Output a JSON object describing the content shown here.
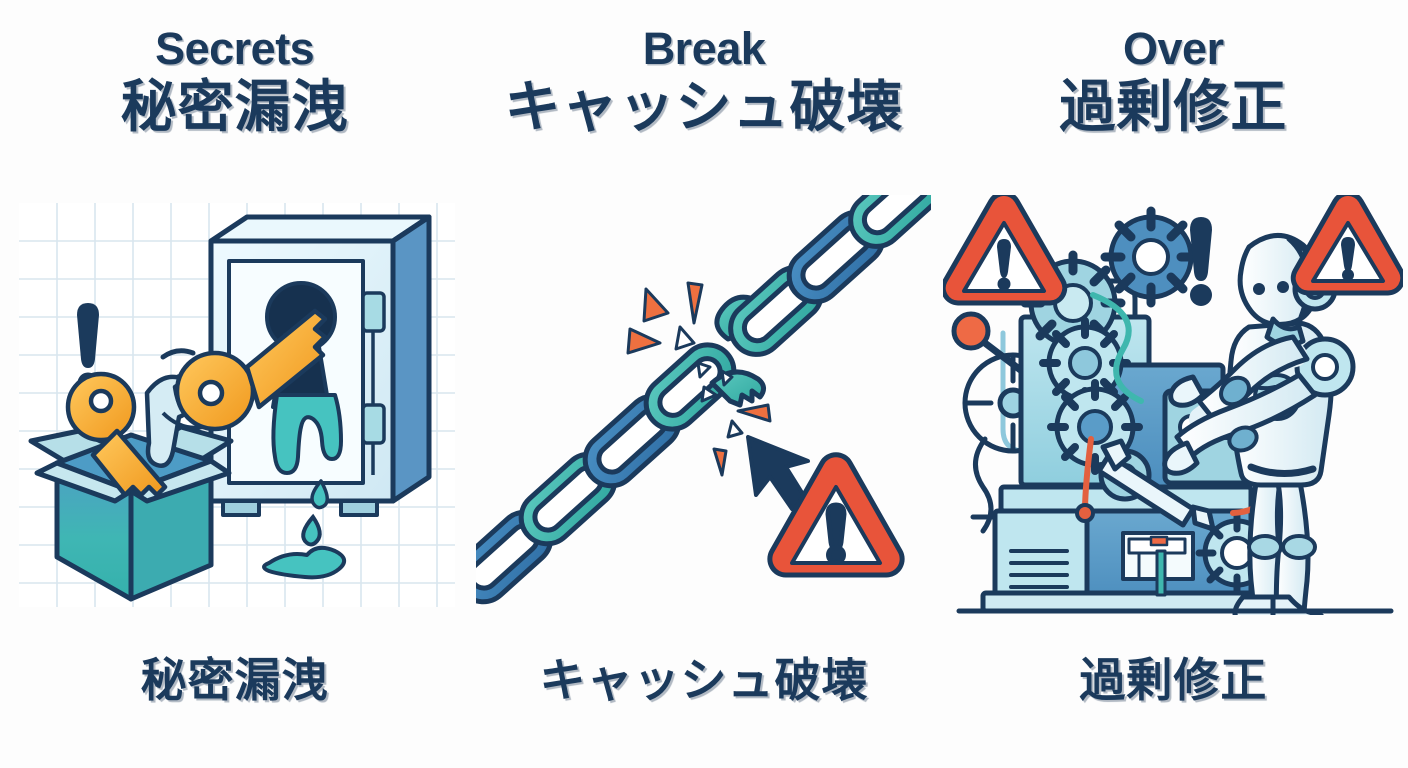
{
  "background_color": "#fdfdfd",
  "ink_color": "#1b3a5c",
  "accent_colors": {
    "navy": "#1b3a5c",
    "teal": "#3bb0a6",
    "blue": "#3c7fb5",
    "light_blue": "#cfe9f2",
    "pale": "#eaf6fa",
    "gold": "#f5a623",
    "gold_light": "#ffc758",
    "warning_red": "#e8543a",
    "grid_line": "#d9e6ee"
  },
  "panels": [
    {
      "id": "secrets",
      "title_en": "Secrets",
      "title_jp": "秘密漏洩",
      "caption_jp": "秘密漏洩",
      "illustration": {
        "name": "safe-key-leak-illustration",
        "elements": [
          "grid-background",
          "exclamation-mark",
          "open-box",
          "gold-key-in-box",
          "robot-hand",
          "gold-key-inserting",
          "safe",
          "keyhole",
          "leaking-liquid",
          "liquid-drop",
          "liquid-puddle"
        ]
      }
    },
    {
      "id": "break",
      "title_en": "Break",
      "title_jp": "キャッシュ破壊",
      "caption_jp": "キャッシュ破壊",
      "illustration": {
        "name": "broken-chain-illustration",
        "elements": [
          "chain-links",
          "break-point",
          "burst-shards",
          "cursor-arrow",
          "warning-triangle"
        ]
      }
    },
    {
      "id": "over",
      "title_en": "Over",
      "title_jp": "過剰修正",
      "caption_jp": "過剰修正",
      "illustration": {
        "name": "robot-overengineering-illustration",
        "elements": [
          "warning-triangle-left",
          "warning-triangle-right",
          "exclamation-mark",
          "humanoid-robot",
          "complex-machine",
          "gears",
          "pipes",
          "wrench",
          "ground-line"
        ]
      }
    }
  ]
}
